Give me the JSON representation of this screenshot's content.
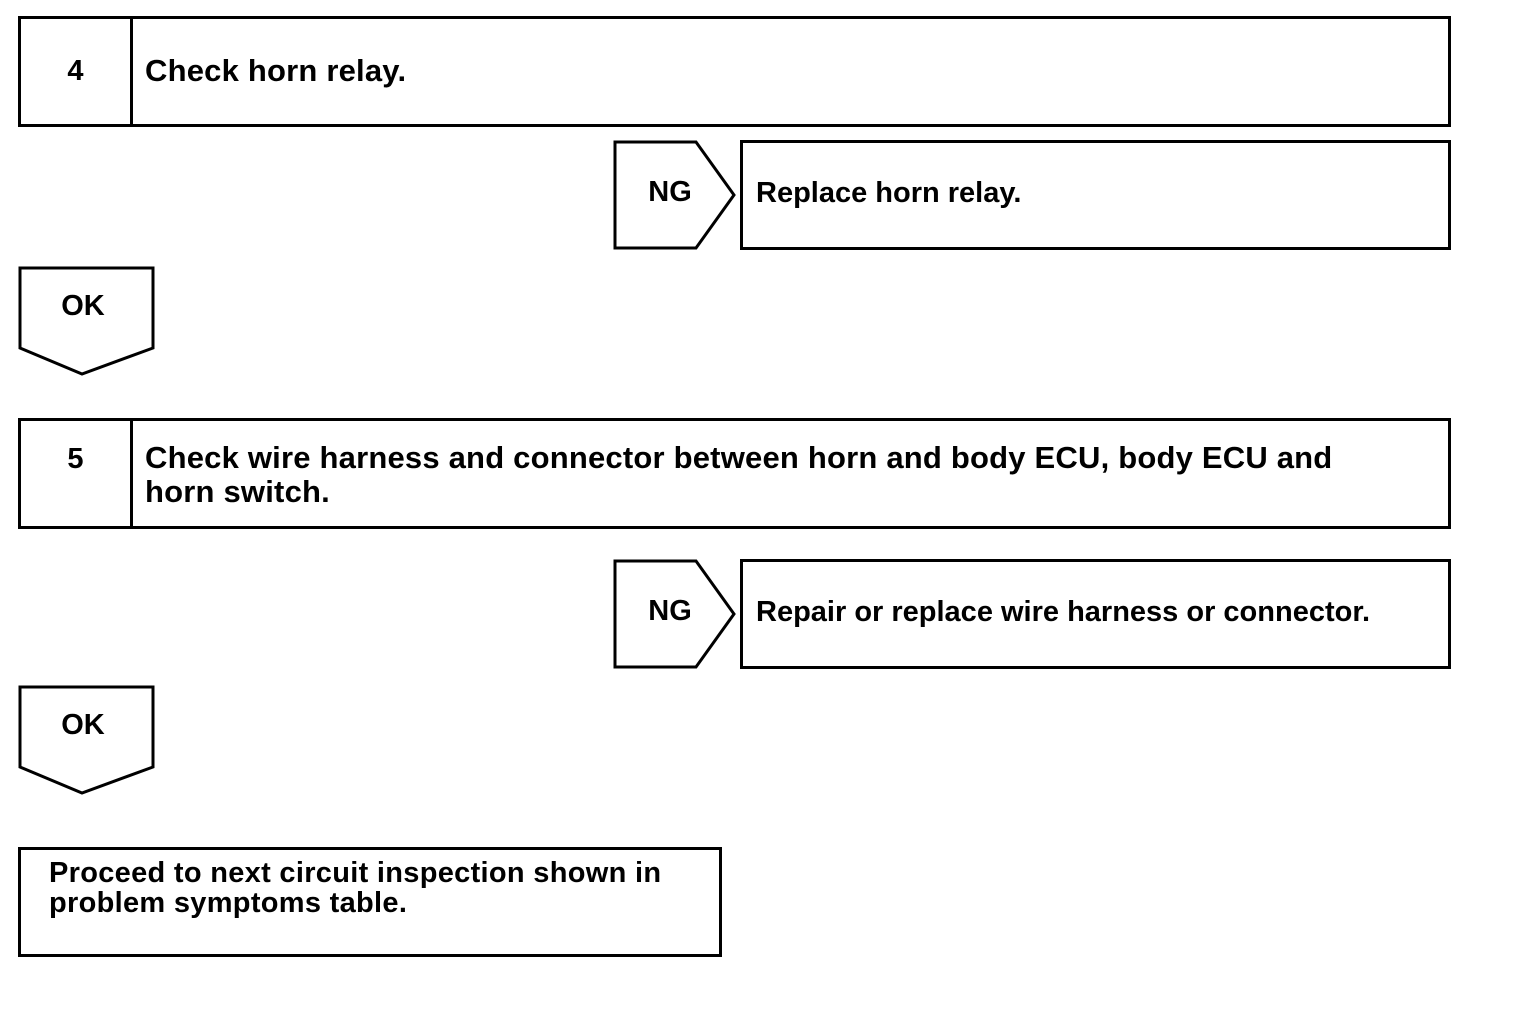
{
  "steps": [
    {
      "number": "4",
      "text": "Check horn relay.",
      "ng_label": "NG",
      "ng_action": "Replace horn relay.",
      "ok_label": "OK"
    },
    {
      "number": "5",
      "text_line1": "Check wire harness and connector between horn and body ECU, body ECU and",
      "text_line2": "horn switch.",
      "ng_label": "NG",
      "ng_action": "Repair or replace wire harness or connector.",
      "ok_label": "OK"
    }
  ],
  "final": {
    "line1": "Proceed to next circuit inspection shown in",
    "line2": "problem symptoms table."
  }
}
